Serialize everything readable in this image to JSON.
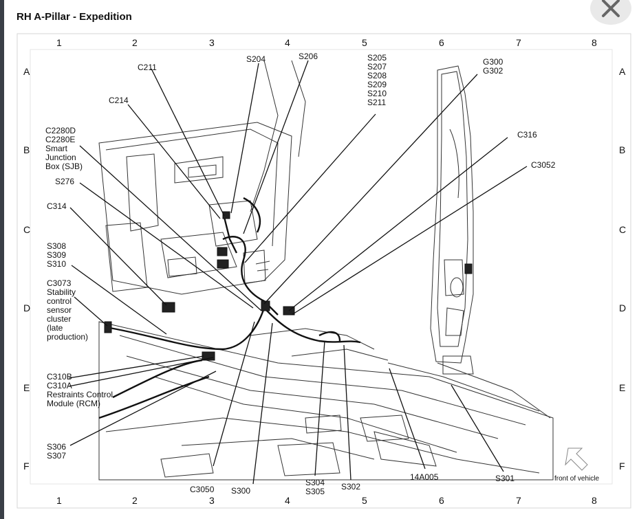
{
  "title": "RH A-Pillar - Expedition",
  "grid": {
    "columns": [
      "1",
      "2",
      "3",
      "4",
      "5",
      "6",
      "7",
      "8"
    ],
    "rows": [
      "A",
      "B",
      "C",
      "D",
      "E",
      "F"
    ]
  },
  "labels": {
    "c211": "C211",
    "s204": "S204",
    "s206": "S206",
    "s205_group": [
      "S205",
      "S207",
      "S208",
      "S209",
      "S210",
      "S211"
    ],
    "g300_group": [
      "G300",
      "G302"
    ],
    "c214": "C214",
    "c2280_group": [
      "C2280D",
      "C2280E",
      "Smart",
      "Junction",
      "Box (SJB)"
    ],
    "s276": "S276",
    "c314": "C314",
    "s308_group": [
      "S308",
      "S309",
      "S310"
    ],
    "c3073_group": [
      "C3073",
      "Stability",
      "control",
      "sensor",
      "cluster",
      "(late",
      "production)"
    ],
    "c310_group": [
      "C310B",
      "C310A",
      "Restraints Control",
      "Module (RCM)"
    ],
    "s306_group": [
      "S306",
      "S307"
    ],
    "c316": "C316",
    "c3052": "C3052",
    "c3050": "C3050",
    "s300": "S300",
    "s304_group": [
      "S304",
      "S305"
    ],
    "s302": "S302",
    "n14a005": "14A005",
    "s301": "S301",
    "front": "front of vehicle"
  },
  "icons": {
    "close": "close-icon",
    "front_arrow": "arrow-icon"
  }
}
